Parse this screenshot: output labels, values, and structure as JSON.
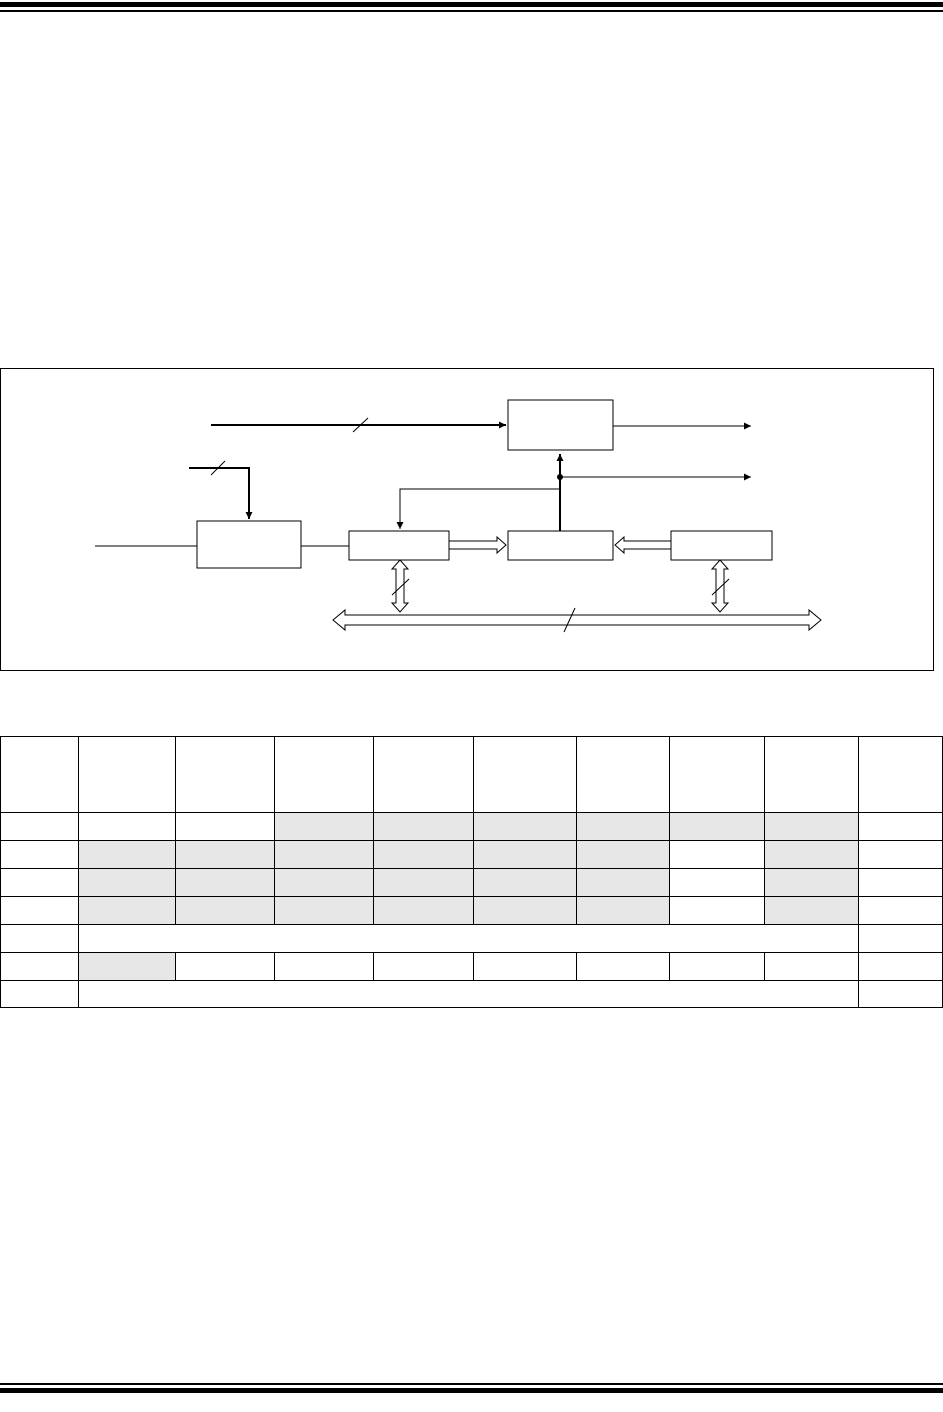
{
  "colors": {
    "rule": "#000000",
    "line": "#000000",
    "shaded_cell": "#e6e6e6",
    "background": "#ffffff"
  },
  "table": {
    "column_widths": [
      78,
      97,
      99,
      99,
      100,
      103,
      93,
      95,
      94,
      84
    ],
    "rows": [
      {
        "kind": "head",
        "shaded": []
      },
      {
        "kind": "row",
        "shaded": [
          3,
          4,
          5,
          6,
          7,
          8
        ]
      },
      {
        "kind": "row",
        "shaded": [
          1,
          2,
          3,
          4,
          5,
          6,
          8
        ]
      },
      {
        "kind": "row",
        "shaded": [
          1,
          2,
          3,
          4,
          5,
          6,
          8
        ]
      },
      {
        "kind": "row",
        "shaded": [
          1,
          2,
          3,
          4,
          5,
          6,
          8
        ]
      },
      {
        "kind": "span",
        "shaded": []
      },
      {
        "kind": "row",
        "shaded": [
          1
        ]
      },
      {
        "kind": "span-short",
        "shaded": []
      }
    ]
  }
}
